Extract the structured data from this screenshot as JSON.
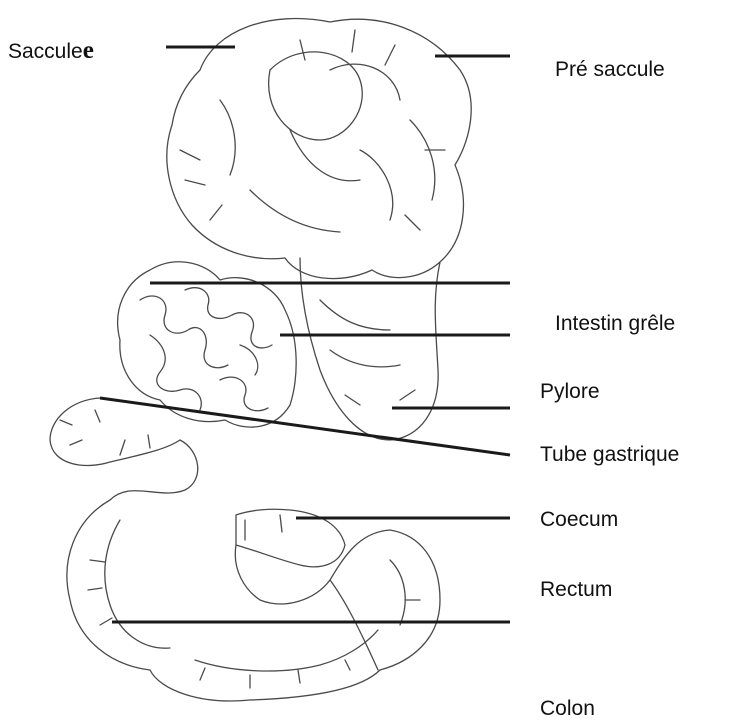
{
  "diagram": {
    "labels": {
      "saccule_main": "Saccule",
      "saccule_tail": "e",
      "pre_saccule": "Pré saccule",
      "intestin_grele": "Intestin grêle",
      "pylore": "Pylore",
      "tube_gastrique": "Tube gastrique",
      "coecum": "Coecum",
      "rectum": "Rectum",
      "colon": "Colon"
    },
    "colors": {
      "ink": "#1a1a1a",
      "outline": "#4a4a4a",
      "background": "#ffffff"
    }
  }
}
